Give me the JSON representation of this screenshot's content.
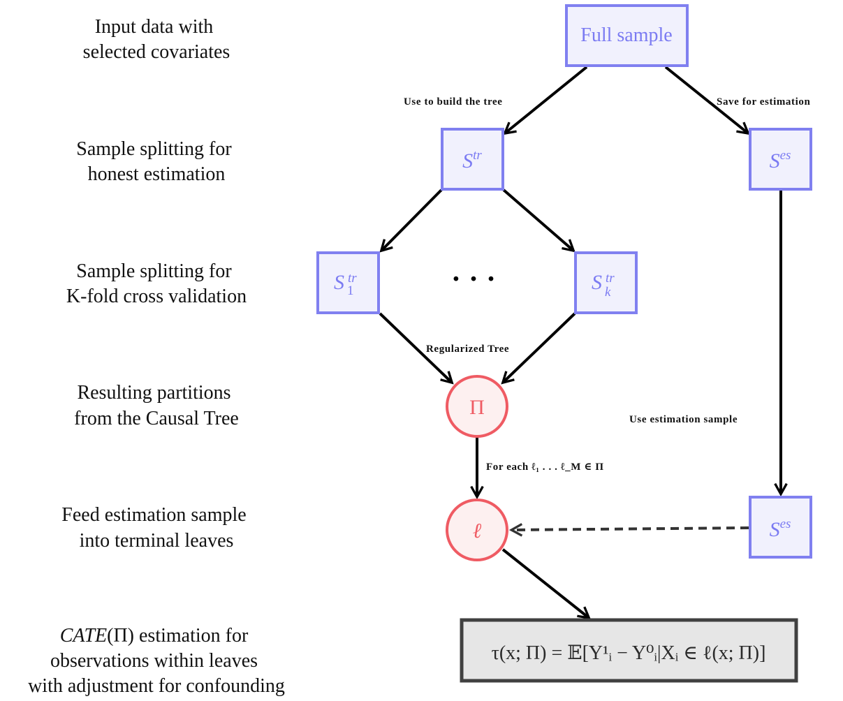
{
  "stages": [
    {
      "lines": [
        "Input data with",
        "selected covariates"
      ]
    },
    {
      "lines": [
        "Sample splitting for",
        "honest estimation"
      ]
    },
    {
      "lines": [
        "Sample splitting for",
        "K-fold cross validation"
      ]
    },
    {
      "lines": [
        "Resulting partitions",
        "from the Causal Tree"
      ]
    },
    {
      "lines": [
        "Feed estimation sample",
        "into terminal leaves"
      ]
    },
    {
      "lines": [
        "CATE(Π) estimation for",
        "observations within leaves",
        "with adjustment for confounding"
      ]
    }
  ],
  "stage6": {
    "italic": "CATE",
    "rest": "(Π) estimation for"
  },
  "nodes": {
    "full_sample": "Full sample",
    "s_tr": {
      "base": "S",
      "sup": "tr"
    },
    "s_es": {
      "base": "S",
      "sup": "es"
    },
    "s1_tr": {
      "base": "S",
      "sup": "tr",
      "sub": "1"
    },
    "sk_tr": {
      "base": "S",
      "sup": "tr",
      "sub": "k"
    },
    "ellipsis": "· · ·",
    "pi": "Π",
    "leaf": "ℓ",
    "s_es_2": {
      "base": "S",
      "sup": "es"
    },
    "result": "τ(x; Π) = 𝔼[Y¹ᵢ − Y⁰ᵢ|Xᵢ ∈ ℓ(x; Π)]"
  },
  "edge_labels": {
    "build": "Use to build the tree",
    "save": "Save for estimation",
    "regularized": "Regularized Tree",
    "use_estimation": "Use estimation sample",
    "for_each": "For each ℓ₁ . . . ℓ_M ∈ Π"
  },
  "colors": {
    "box_stroke": "#8080f0",
    "box_fill": "#f1f1fd",
    "box_text": "#7b7bf2",
    "circle_stroke": "#ef5b63",
    "circle_fill": "#fdf0f0",
    "circle_text": "#ef5b63",
    "result_stroke": "#404040",
    "result_fill": "#e6e6e6",
    "arrow": "#000000",
    "dashed_arrow": "#333333"
  }
}
